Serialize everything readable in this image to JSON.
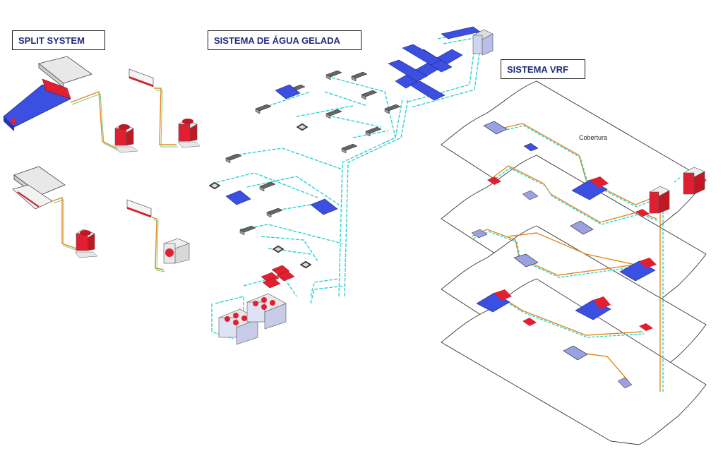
{
  "sections": {
    "split": {
      "title": "SPLIT SYSTEM"
    },
    "agua": {
      "title": "SISTEMA DE ÁGUA GELADA"
    },
    "vrf": {
      "title": "SISTEMA VRF"
    }
  },
  "annotations": {
    "roof_label": "Cobertura"
  },
  "colors": {
    "duct_blue": "#3b4fe0",
    "unit_red": "#e0202a",
    "chilled_water_pipe": "#2fd0d0",
    "refrigerant_pipe": "#e08a20",
    "outline": "#333333"
  }
}
